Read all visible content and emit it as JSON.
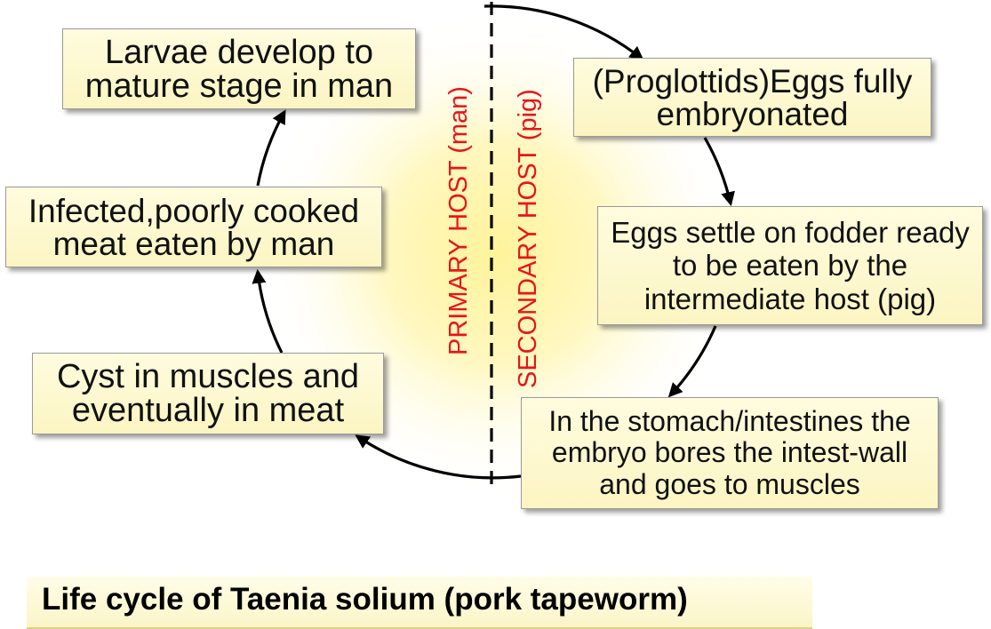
{
  "diagram": {
    "nodes": [
      {
        "id": "larvae",
        "text": "Larvae develop to\nmature stage in man"
      },
      {
        "id": "eggs",
        "text": "(Proglottids)Eggs fully\nembryonated"
      },
      {
        "id": "fodder",
        "text": "Eggs settle on fodder ready\nto be eaten by the\nintermediate host (pig)"
      },
      {
        "id": "stomach",
        "text": "In the stomach/intestines the\nembryo bores the intest-wall\nand goes to muscles"
      },
      {
        "id": "cyst",
        "text": "Cyst in muscles and\neventually in meat"
      },
      {
        "id": "infected",
        "text": "Infected,poorly cooked\nmeat eaten by man"
      }
    ],
    "edges": [
      {
        "from": "larvae",
        "to": "eggs"
      },
      {
        "from": "eggs",
        "to": "fodder"
      },
      {
        "from": "fodder",
        "to": "stomach"
      },
      {
        "from": "stomach",
        "to": "cyst"
      },
      {
        "from": "cyst",
        "to": "infected"
      },
      {
        "from": "infected",
        "to": "larvae"
      }
    ],
    "host_labels": {
      "primary": "PRIMARY HOST (man)",
      "secondary": "SECONDARY HOST (pig)"
    }
  },
  "caption": "Life cycle of Taenia solium (pork tapeworm)",
  "colors": {
    "box_fill": "#fbf5c2",
    "host_label": "#e8141a",
    "glow": "#fff39a",
    "line": "#000000"
  }
}
